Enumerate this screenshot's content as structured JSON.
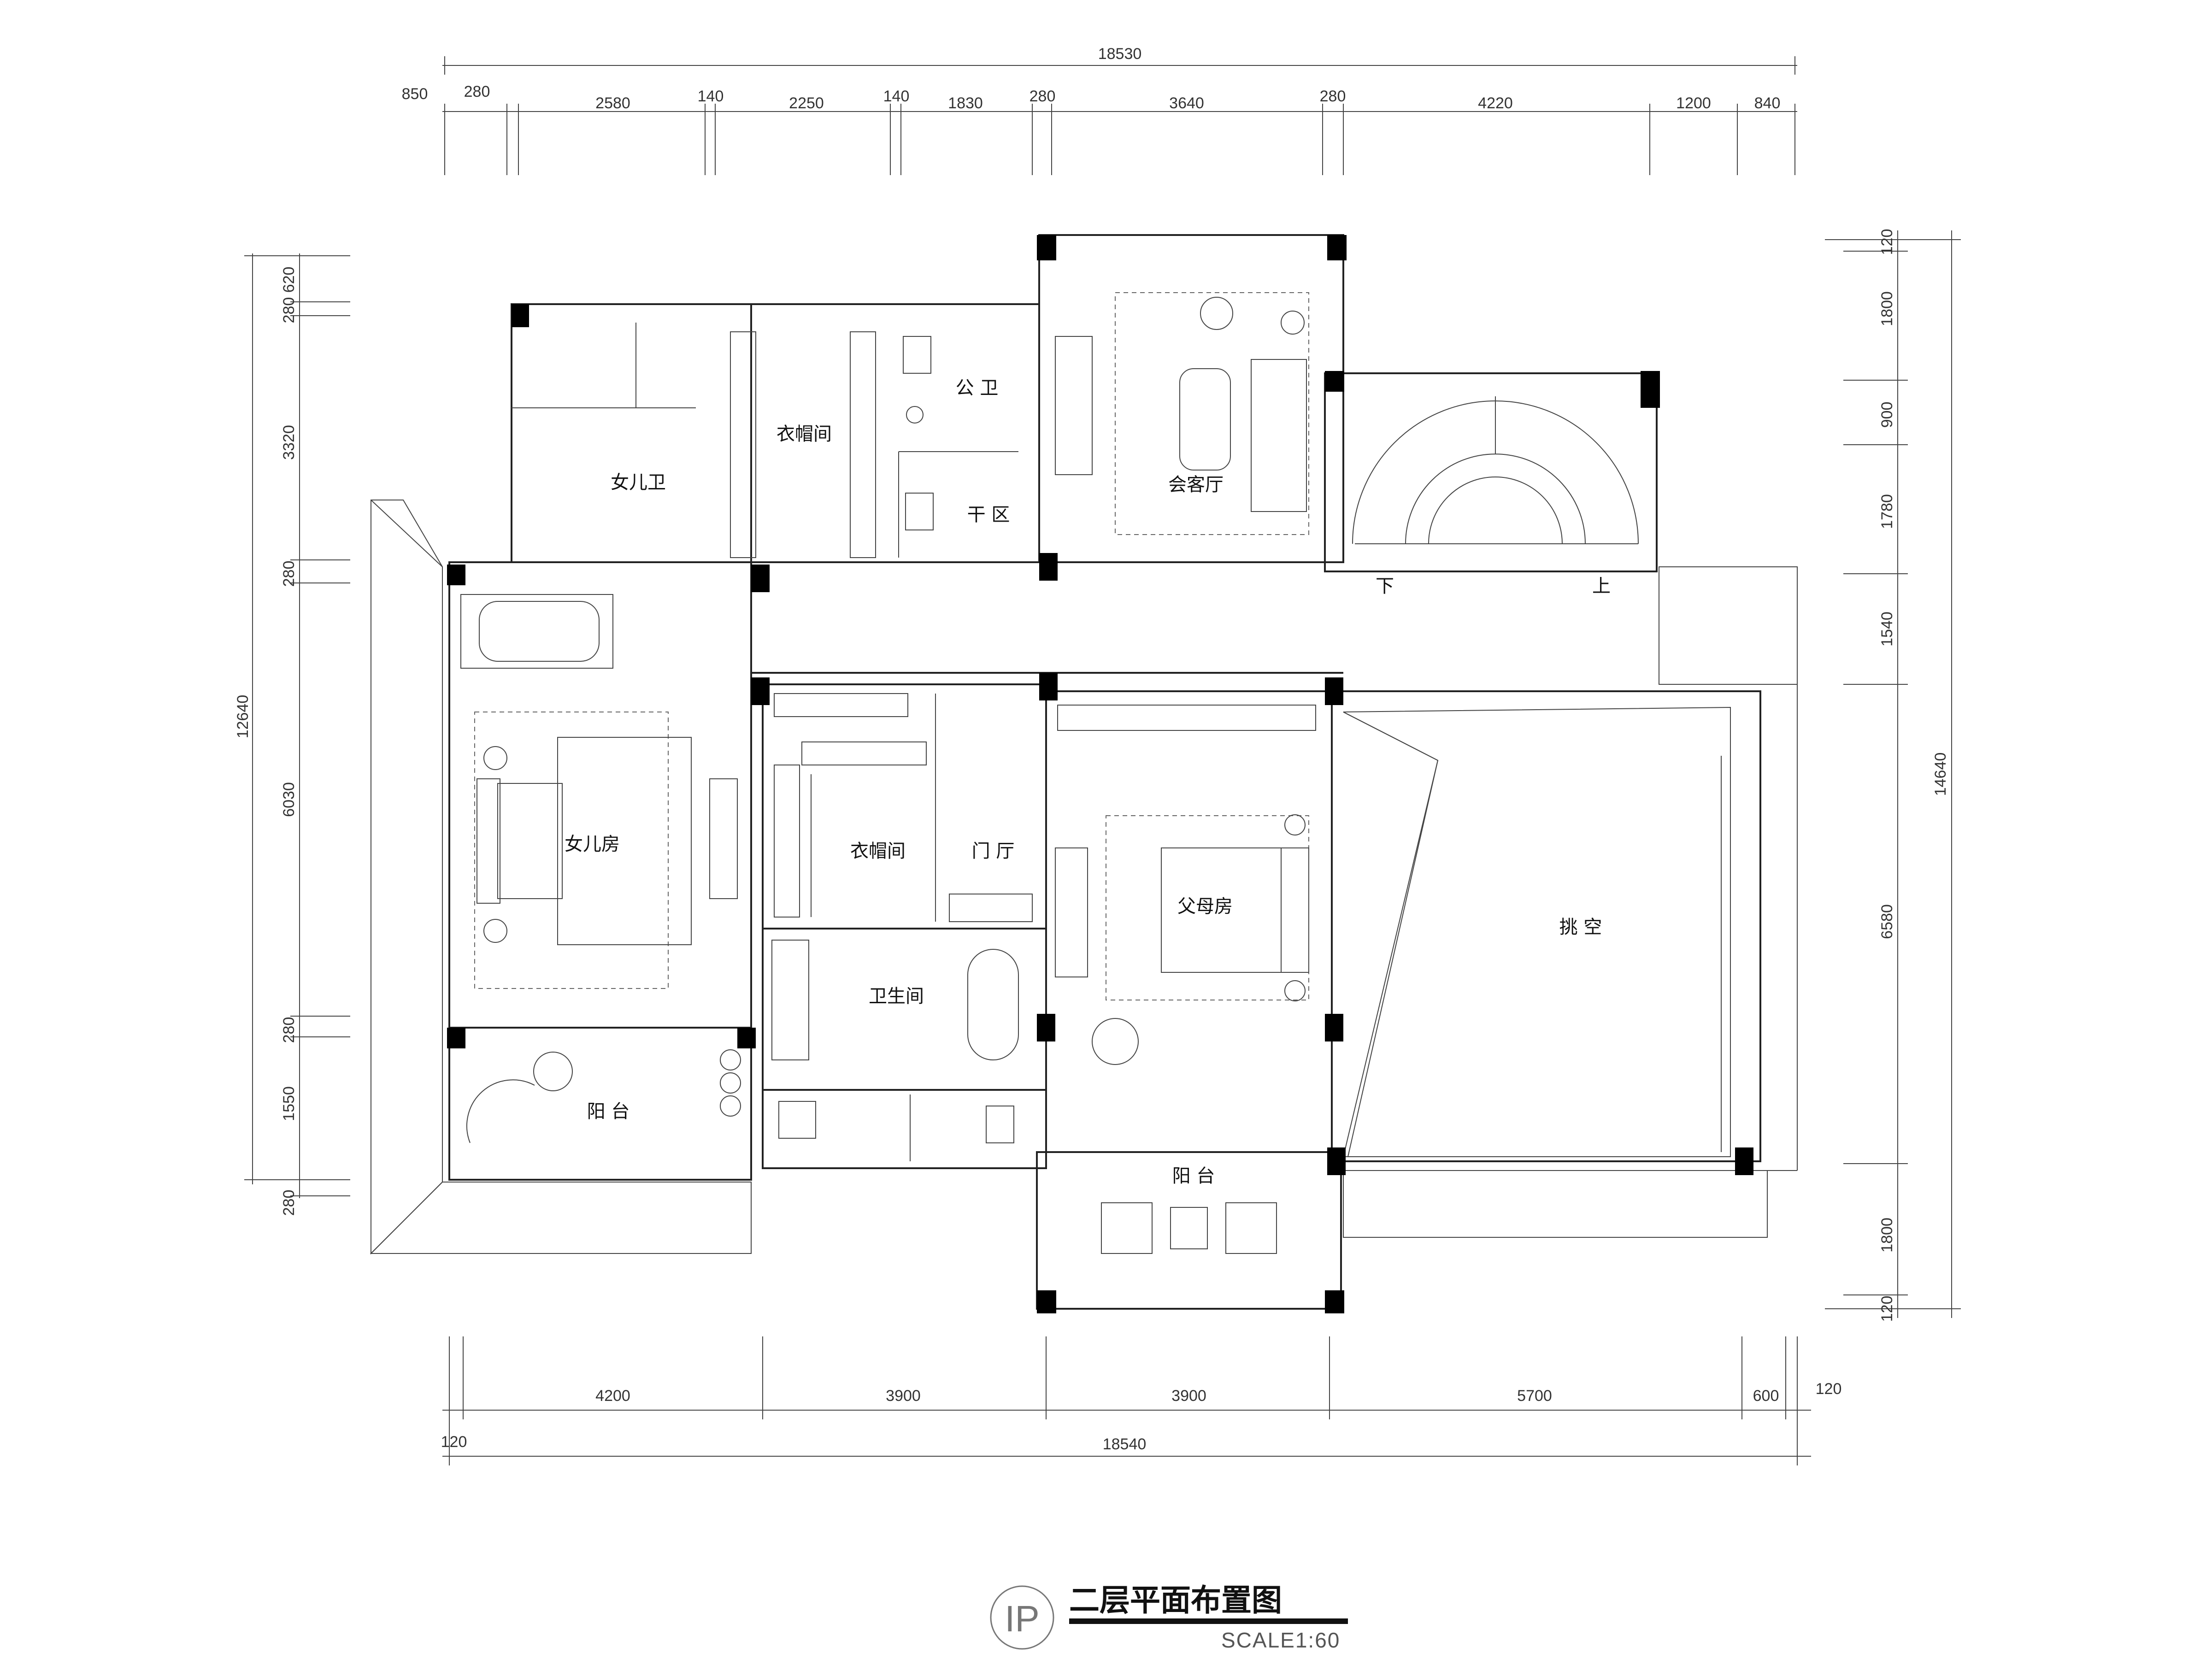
{
  "drawing": {
    "title": "二层平面布置图",
    "scale": "SCALE1:60",
    "badge": "IP"
  },
  "dimensions": {
    "top_total": "18530",
    "top_segments": [
      "850",
      "280",
      "2580",
      "140",
      "2250",
      "140",
      "1830",
      "280",
      "3640",
      "280",
      "4220",
      "1200",
      "840"
    ],
    "bottom_total": "18540",
    "bottom_segments": [
      "4200",
      "3900",
      "3900",
      "5700",
      "600"
    ],
    "bottom_left": "120",
    "bottom_right": "120",
    "left_total": "12640",
    "left_segments": [
      "280 620",
      "280",
      "3320",
      "280",
      "6030",
      "280",
      "1550",
      "280"
    ],
    "right_total": "14640",
    "right_segments": [
      "120",
      "1800",
      "900",
      "1780",
      "1540",
      "6580",
      "1800",
      "120"
    ]
  },
  "rooms": {
    "daughter_bath": "女儿卫",
    "closet_top": "衣帽间",
    "public_wc": "公 卫",
    "dry_zone": "干 区",
    "lounge": "会客厅",
    "stair_down": "下",
    "stair_up": "上",
    "daughter_room": "女儿房",
    "closet_mid": "衣帽间",
    "foyer": "门 厅",
    "parents_room": "父母房",
    "void": "挑 空",
    "bathroom": "卫生间",
    "balcony_left": "阳 台",
    "balcony_right": "阳 台"
  },
  "colors": {
    "line": "#222222",
    "column": "#000000"
  }
}
